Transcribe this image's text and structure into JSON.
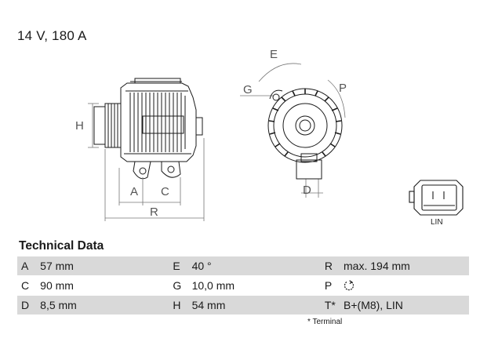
{
  "headline": "14 V, 180 A",
  "dimension_letters": [
    "H",
    "A",
    "C",
    "R",
    "E",
    "G",
    "P",
    "D"
  ],
  "connector_label": "LIN",
  "section_title": "Technical Data",
  "rows": [
    [
      {
        "key": "A",
        "value": "57 mm"
      },
      {
        "key": "E",
        "value": "40 °"
      },
      {
        "key": "R",
        "value": "max. 194 mm"
      }
    ],
    [
      {
        "key": "C",
        "value": "90 mm"
      },
      {
        "key": "G",
        "value": "10,0 mm"
      },
      {
        "key": "P",
        "value": "",
        "icon": "clockwise-rotation-icon"
      }
    ],
    [
      {
        "key": "D",
        "value": "8,5 mm"
      },
      {
        "key": "H",
        "value": "54 mm"
      },
      {
        "key": "T*",
        "value": "B+(M8), LIN"
      }
    ]
  ],
  "footnote": "* Terminal"
}
